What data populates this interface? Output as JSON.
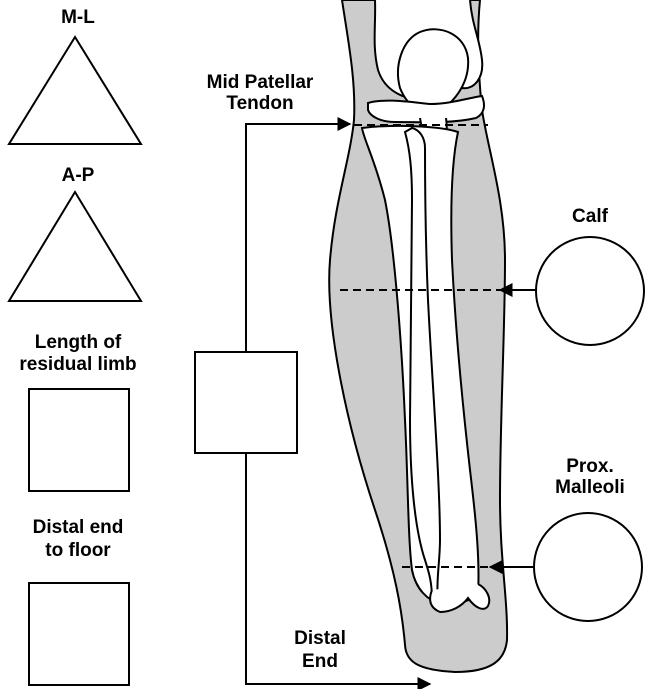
{
  "form": {
    "ml": "M-L",
    "ap": "A-P",
    "length_line1": "Length of",
    "length_line2": "residual limb",
    "distal_floor_line1": "Distal end",
    "distal_floor_line2": "to floor"
  },
  "diagram": {
    "mid_patellar_line1": "Mid Patellar",
    "mid_patellar_line2": "Tendon",
    "calf": "Calf",
    "prox_line1": "Prox.",
    "prox_line2": "Malleoli",
    "distal_line1": "Distal",
    "distal_line2": "End"
  },
  "colors": {
    "limb_fill": "#cccccc",
    "line": "#000000",
    "bone_fill": "#ffffff"
  }
}
